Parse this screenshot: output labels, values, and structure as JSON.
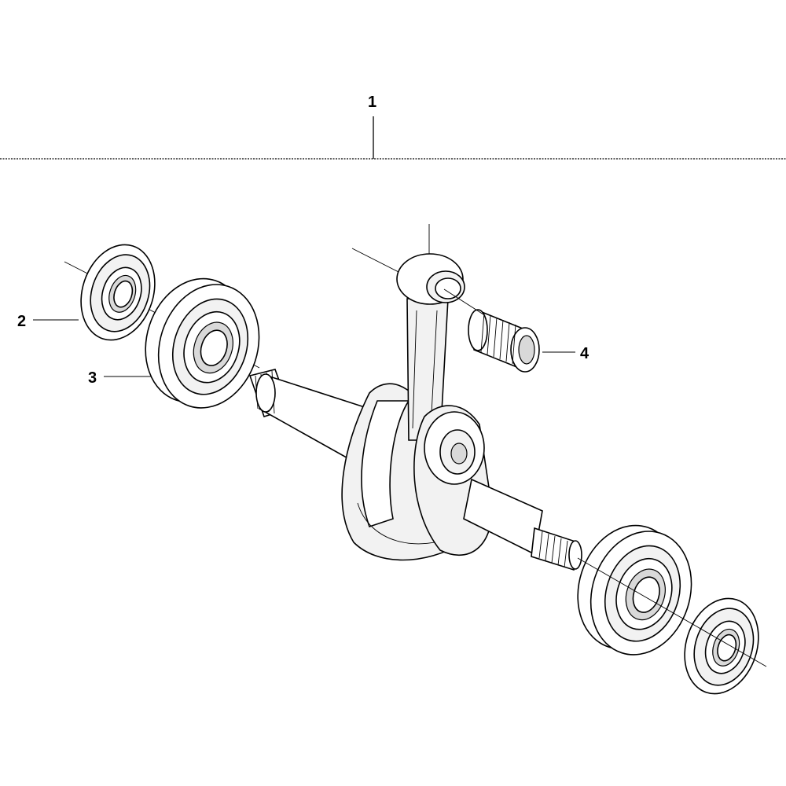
{
  "callouts": {
    "assembly": "1",
    "seal": "2",
    "bearing": "3",
    "needle_bearing": "4"
  }
}
